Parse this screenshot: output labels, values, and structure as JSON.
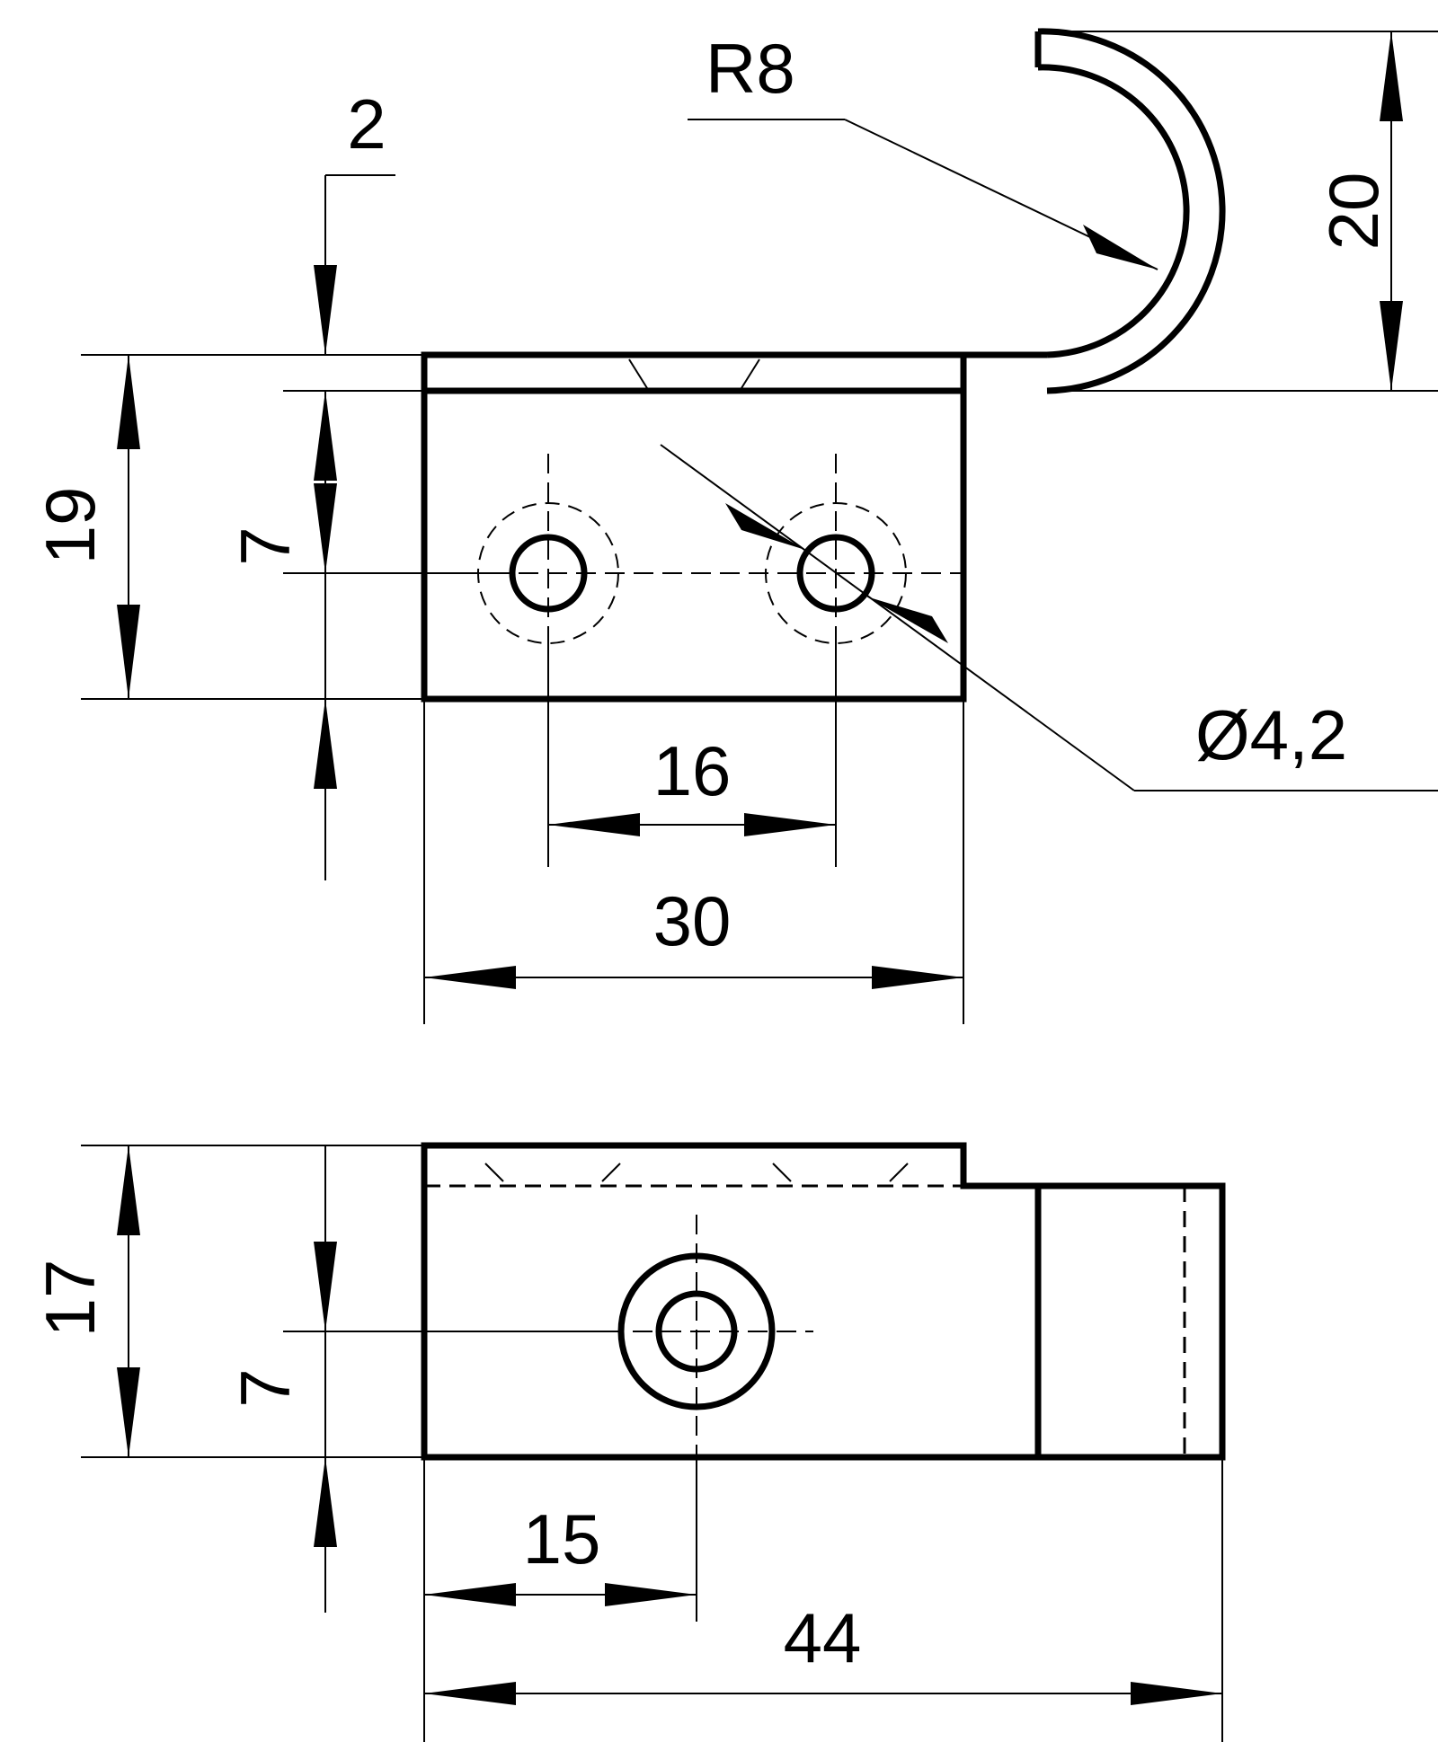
{
  "dimensions": {
    "d2": "2",
    "r8": "R8",
    "d20": "20",
    "d19": "19",
    "d7_top": "7",
    "hole_dia": "Ø4,2",
    "d16": "16",
    "d30": "30",
    "d17": "17",
    "d7_bottom": "7",
    "d15": "15",
    "d44": "44"
  }
}
